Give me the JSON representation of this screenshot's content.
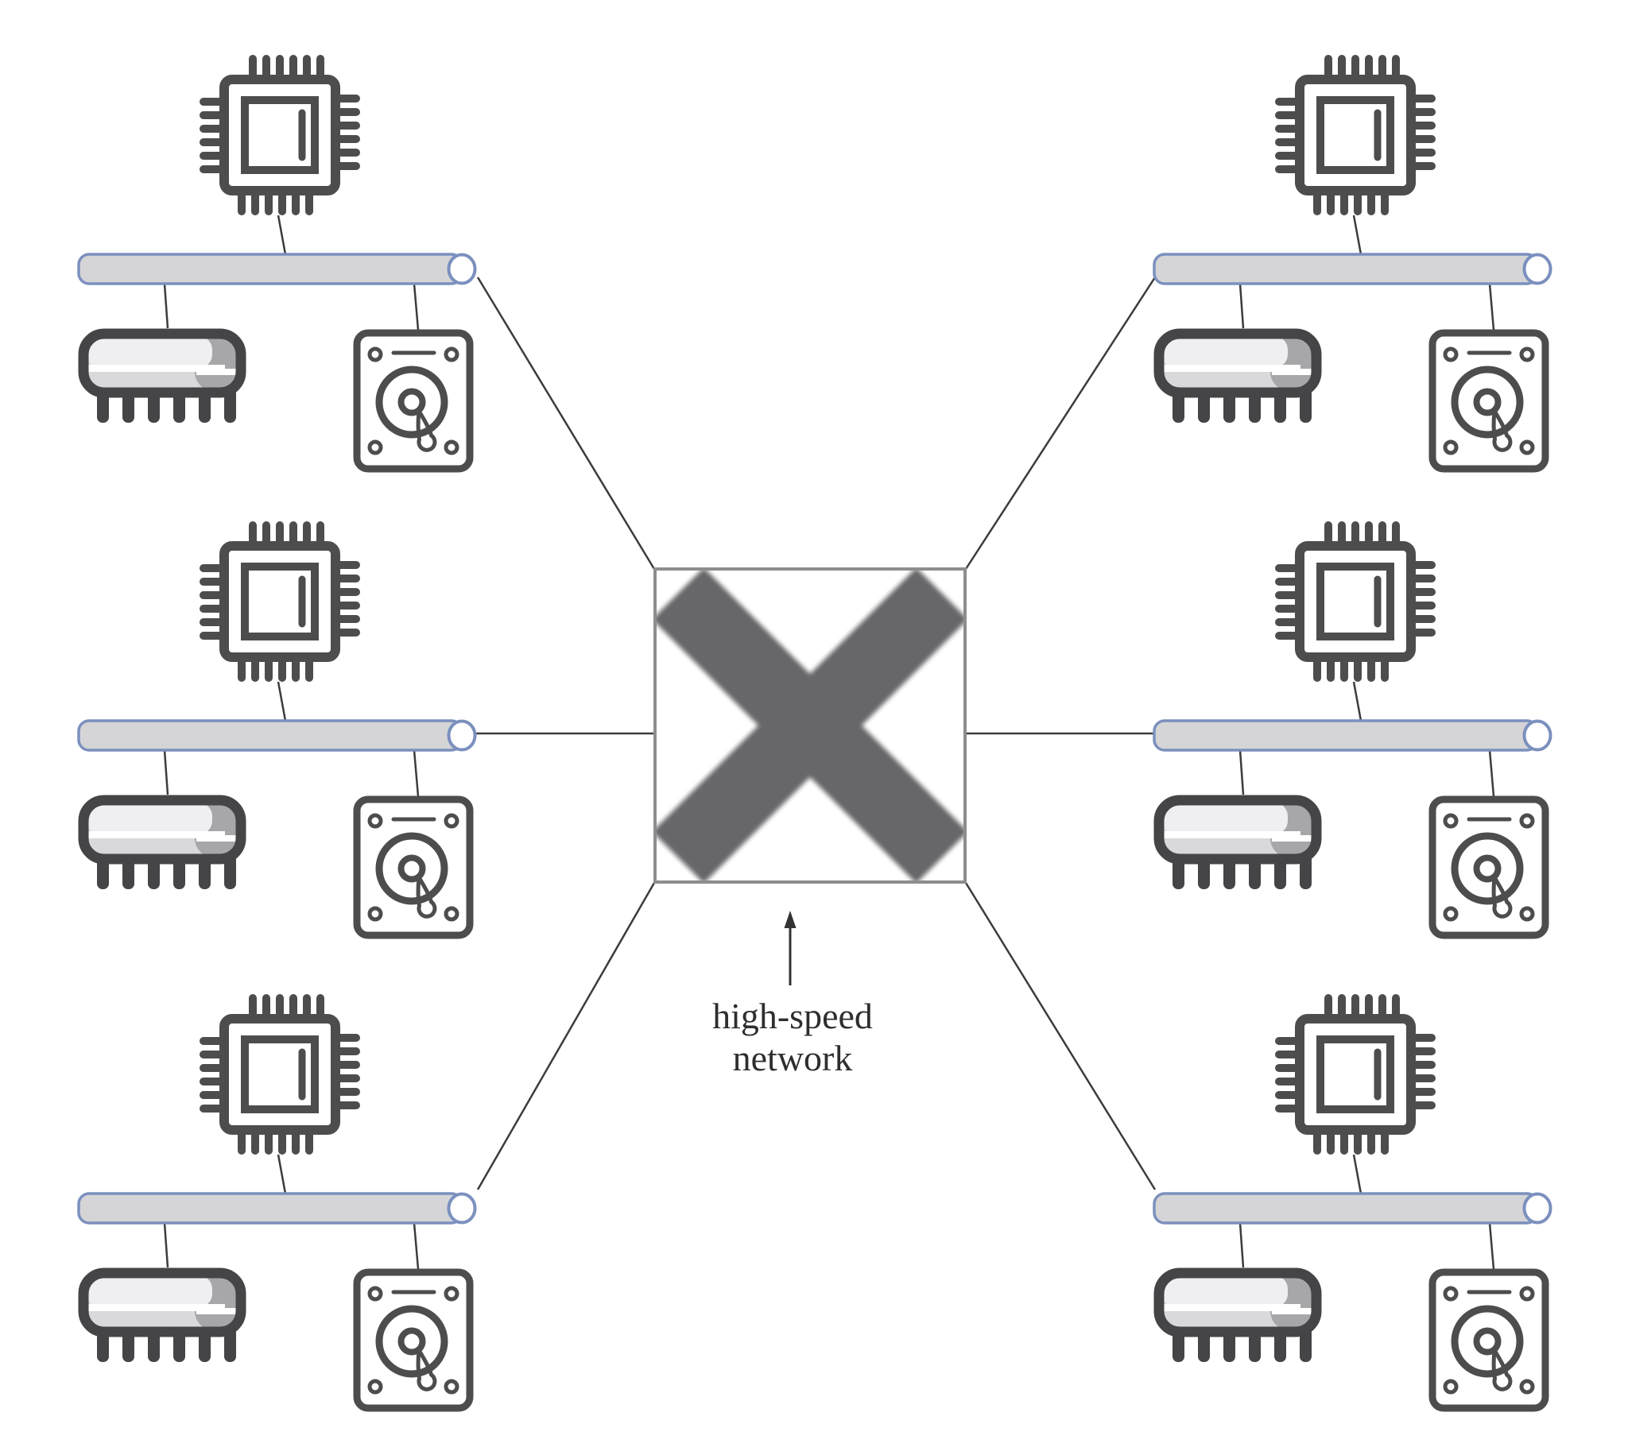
{
  "diagram": {
    "annotation": {
      "line1": "high-speed",
      "line2": "network",
      "points_to": "crossbar-switch"
    },
    "switch": {
      "name": "crossbar-switch",
      "symbol": "x-crossbar"
    },
    "node_components": [
      {
        "icon": "cpu-chip-icon"
      },
      {
        "icon": "bus-pipe"
      },
      {
        "icon": "memory-module-icon"
      },
      {
        "icon": "hard-disk-icon"
      }
    ],
    "nodes": [
      {
        "name": "node-top-left",
        "pos": "tl"
      },
      {
        "name": "node-middle-left",
        "pos": "ml"
      },
      {
        "name": "node-bottom-left",
        "pos": "bl"
      },
      {
        "name": "node-top-right",
        "pos": "tr"
      },
      {
        "name": "node-middle-right",
        "pos": "mr"
      },
      {
        "name": "node-bottom-right",
        "pos": "br"
      }
    ],
    "colors": {
      "background": "#ffffff",
      "icon_stroke": "#4d4d4d",
      "memory_dark": "#454547",
      "memory_fill": "#d9d9db",
      "memory_highlight": "#efeff1",
      "memory_shadow": "#a7a7aa",
      "bus_stroke": "#7b90be",
      "bus_fill": "#d5d5d8",
      "switch_border": "#8d8d8d",
      "x_color": "#67676a",
      "line": "#3c3c3c",
      "text": "#2e2e2e"
    }
  }
}
